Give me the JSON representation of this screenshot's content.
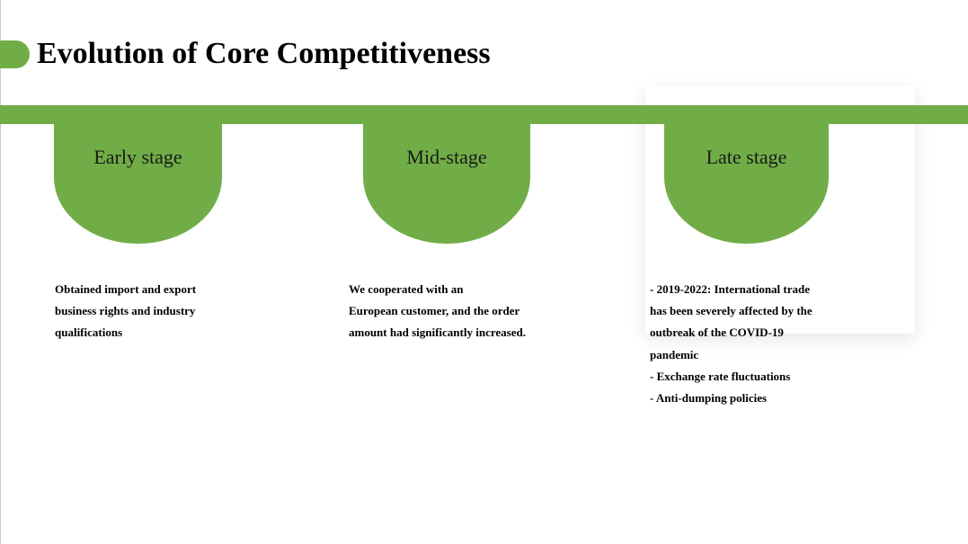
{
  "page": {
    "title": "Evolution of Core Competitiveness"
  },
  "colors": {
    "accent": "#70ad47",
    "text": "#000000",
    "background": "#ffffff"
  },
  "stages": [
    {
      "label": "Early stage",
      "description": "Obtained import and export\nbusiness rights and industry\nqualifications"
    },
    {
      "label": "Mid-stage",
      "description": "We cooperated with an\nEuropean customer, and the order\namount had significantly increased."
    },
    {
      "label": "Late stage",
      "description": "- 2019-2022: International trade\nhas been severely affected by the\noutbreak of the COVID-19\npandemic\n- Exchange rate fluctuations\n- Anti-dumping policies"
    }
  ]
}
